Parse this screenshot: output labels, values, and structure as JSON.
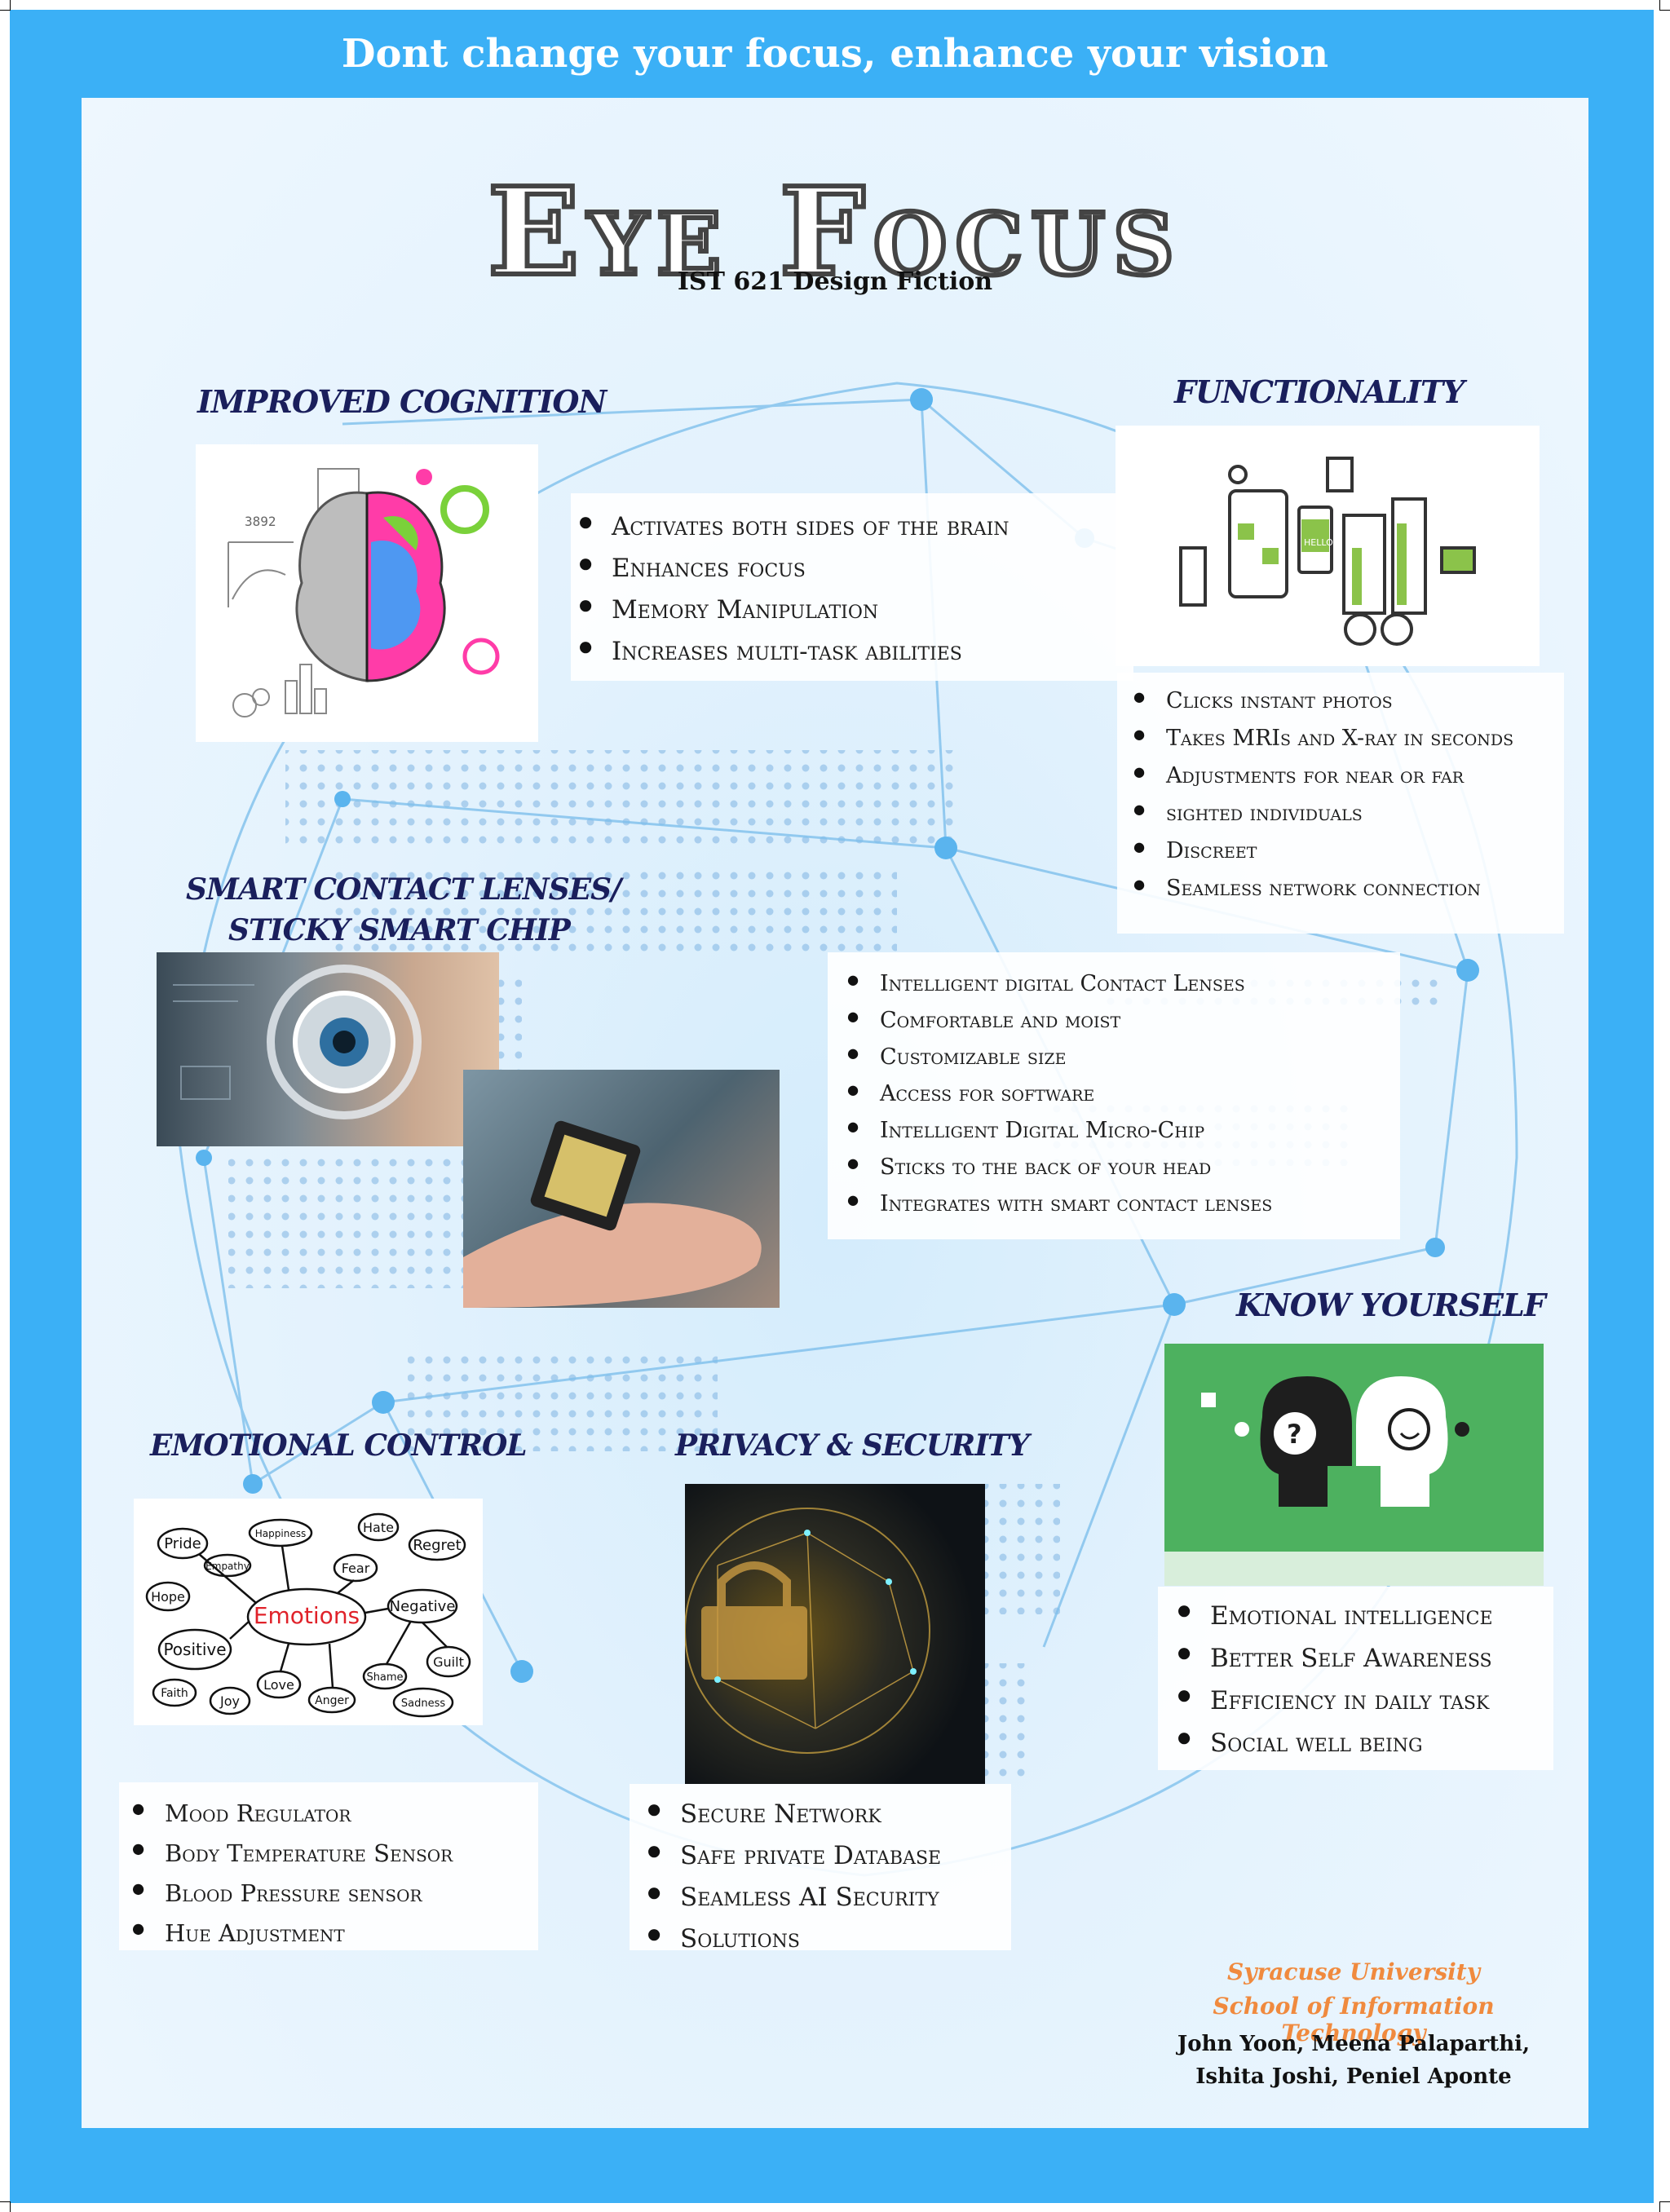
{
  "banner": "Dont change your focus, enhance your vision",
  "title": "Eye Focus",
  "subtitle": "IST 621 Design Fiction",
  "sections": {
    "cognition": {
      "heading": "IMPROVED COGNITION",
      "items": [
        "Activates both sides of the brain",
        "Enhances focus",
        "Memory Manipulation",
        "Increases multi-task abilities"
      ]
    },
    "functionality": {
      "heading": "FUNCTIONALITY",
      "items": [
        "Clicks instant photos",
        "Takes MRIs and X-ray in seconds",
        "Adjustments for near or far",
        "sighted individuals",
        "Discreet",
        "Seamless network connection"
      ]
    },
    "lenses": {
      "heading_line1": "SMART CONTACT LENSES/",
      "heading_line2": "STICKY SMART CHIP",
      "items": [
        "Intelligent digital Contact Lenses",
        "Comfortable and moist",
        "Customizable size",
        "Access for software",
        "Intelligent Digital Micro-Chip",
        "Sticks to the back of your head",
        "Integrates with smart contact lenses"
      ]
    },
    "know_yourself": {
      "heading": "KNOW YOURSELF",
      "items": [
        "Emotional intelligence",
        "Better Self Awareness",
        "Efficiency in daily task",
        "Social well being"
      ]
    },
    "emotional": {
      "heading": "EMOTIONAL CONTROL",
      "items": [
        "Mood Regulator",
        "Body Temperature Sensor",
        "Blood Pressure sensor",
        "Hue Adjustment"
      ]
    },
    "privacy": {
      "heading": "PRIVACY & SECURITY",
      "items": [
        "Secure Network",
        "Safe private Database",
        "Seamless AI Security",
        "Solutions"
      ]
    }
  },
  "emotion_map": {
    "center": "Emotions",
    "words": [
      "Pride",
      "Happiness",
      "Hate",
      "Regret",
      "Empathy",
      "Fear",
      "Hope",
      "Negative",
      "Positive",
      "Guilt",
      "Shame",
      "Love",
      "Faith",
      "Joy",
      "Anger",
      "Sadness"
    ]
  },
  "functionality_screen_text": "HELLO",
  "brain_number": "3892",
  "credits": {
    "org_line1": "Syracuse University",
    "org_line2": "School of Information Technology",
    "names_line1": "John Yoon, Meena Palaparthi,",
    "names_line2": "Ishita Joshi, Peniel Aponte"
  },
  "colors": {
    "frame": "#3bb0f6",
    "heading": "#1a1f5c",
    "credit_org": "#f08a3e",
    "know_yourself_green": "#4db15f"
  }
}
